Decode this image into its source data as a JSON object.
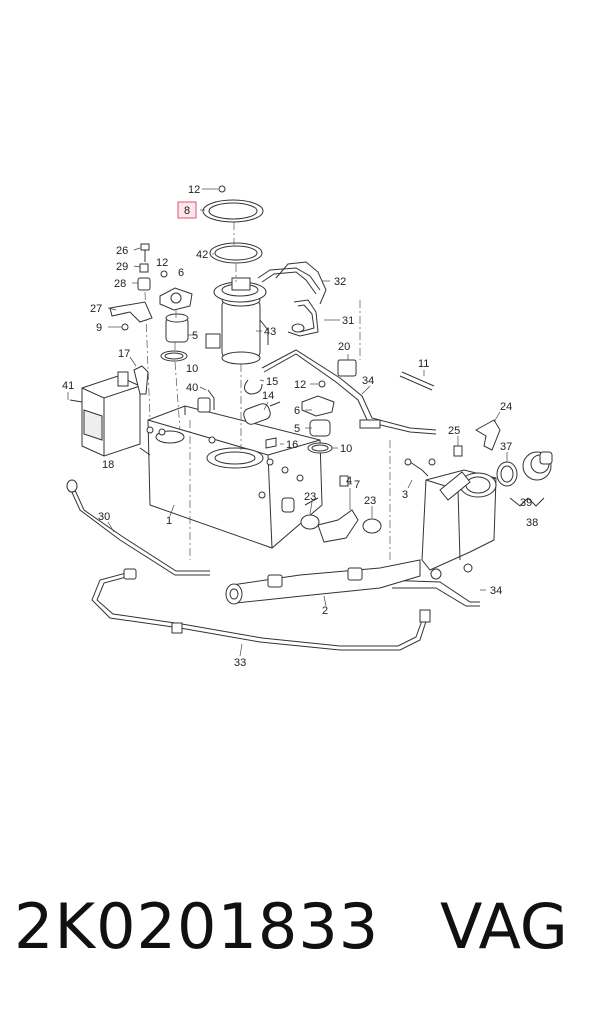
{
  "diagram": {
    "callouts": [
      {
        "id": "c12a",
        "text": "12"
      },
      {
        "id": "c8",
        "text": "8"
      },
      {
        "id": "c42",
        "text": "42"
      },
      {
        "id": "c26",
        "text": "26"
      },
      {
        "id": "c12b",
        "text": "12"
      },
      {
        "id": "c29",
        "text": "29"
      },
      {
        "id": "c6a",
        "text": "6"
      },
      {
        "id": "c32",
        "text": "32"
      },
      {
        "id": "c28",
        "text": "28"
      },
      {
        "id": "c27",
        "text": "27"
      },
      {
        "id": "c9",
        "text": "9"
      },
      {
        "id": "c31",
        "text": "31"
      },
      {
        "id": "c5a",
        "text": "5"
      },
      {
        "id": "c43",
        "text": "43"
      },
      {
        "id": "c20",
        "text": "20"
      },
      {
        "id": "c17",
        "text": "17"
      },
      {
        "id": "c10a",
        "text": "10"
      },
      {
        "id": "c11",
        "text": "11"
      },
      {
        "id": "c34a",
        "text": "34"
      },
      {
        "id": "c41",
        "text": "41"
      },
      {
        "id": "c40",
        "text": "40"
      },
      {
        "id": "c15",
        "text": "15"
      },
      {
        "id": "c12c",
        "text": "12"
      },
      {
        "id": "c14",
        "text": "14"
      },
      {
        "id": "c6b",
        "text": "6"
      },
      {
        "id": "c24",
        "text": "24"
      },
      {
        "id": "c25",
        "text": "25"
      },
      {
        "id": "c5b",
        "text": "5"
      },
      {
        "id": "c16",
        "text": "16"
      },
      {
        "id": "c10b",
        "text": "10"
      },
      {
        "id": "c37",
        "text": "37"
      },
      {
        "id": "c18",
        "text": "18"
      },
      {
        "id": "c7",
        "text": "7"
      },
      {
        "id": "c4",
        "text": "4"
      },
      {
        "id": "c3",
        "text": "3"
      },
      {
        "id": "c23a",
        "text": "23"
      },
      {
        "id": "c23b",
        "text": "23"
      },
      {
        "id": "c39",
        "text": "39"
      },
      {
        "id": "c38",
        "text": "38"
      },
      {
        "id": "c1",
        "text": "1"
      },
      {
        "id": "c30",
        "text": "30"
      },
      {
        "id": "c34b",
        "text": "34"
      },
      {
        "id": "c2",
        "text": "2"
      },
      {
        "id": "c33",
        "text": "33"
      }
    ]
  },
  "footer": {
    "part_number": "2K0201833",
    "brand": "VAG"
  },
  "colors": {
    "highlight_box": "#e05070"
  }
}
